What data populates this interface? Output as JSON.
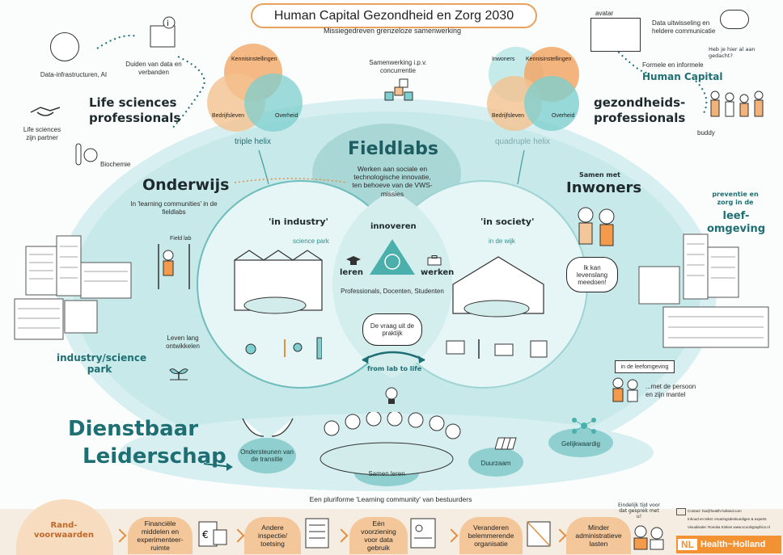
{
  "header": {
    "title": "Human Capital Gezondheid en Zorg 2030",
    "subtitle": "Missiegedreven grenzeloze samenwerking"
  },
  "left_top": {
    "data_infra": "Data-infrastructuren, AI",
    "duiden": "Duiden van data en verbanden",
    "life_sciences_title": "Life sciences professionals",
    "partner": "Life sciences zijn partner",
    "biochemie": "Biochemie"
  },
  "triple_helix": {
    "kennis": "Kennisinstellingen",
    "bedrijf": "Bedrijfsleven",
    "overheid": "Overheid",
    "label": "triple helix"
  },
  "quadruple_helix": {
    "inwoners": "Inwoners",
    "kennis": "Kennisinstellingen",
    "bedrijf": "Bedrijfsleven",
    "overheid": "Overheid",
    "label": "quadruple helix"
  },
  "center_top": {
    "samenwerking": "Samenwerking i.p.v. concurrentie"
  },
  "right_top": {
    "avatar": "avatar",
    "data_uitwisseling": "Data uitwisseling en heldere communicatie",
    "heb_je": "Heb je hier al aan gedacht?",
    "formeel": "Formele en informele",
    "human_capital": "Human Capital",
    "professionals_title": "gezondheids-professionals",
    "buddy": "buddy"
  },
  "fieldlabs": {
    "title": "Fieldlabs",
    "text": "Werken aan sociale en technologische innovatie, ten behoeve van de VWS-missies"
  },
  "onderwijs": {
    "title": "Onderwijs",
    "text": "In 'learning communities' in de fieldlabs",
    "fieldlab_sign": "Field lab"
  },
  "industry": {
    "in_industry": "'in industry'",
    "science_park": "science park"
  },
  "society": {
    "in_society": "'in society'",
    "in_de_wijk": "in de wijk"
  },
  "triangle": {
    "innoveren": "innoveren",
    "leren": "leren",
    "werken": "werken",
    "people": "Professionals, Docenten, Studenten"
  },
  "inwoners": {
    "title_pre": "Samen met",
    "title": "Inwoners",
    "speech": "Ik kan levenslang meedoen!"
  },
  "preventie": {
    "line1": "preventie en zorg in de",
    "line2": "leef-omgeving"
  },
  "leven_lang": "Leven lang ontwikkelen",
  "vraag": "De vraag uit de praktijk",
  "from_lab": "from lab to life",
  "industry_park": "industry/science park",
  "leefomgeving_sign": "in de leefomgeving",
  "mantel": "...met de persoon en zijn mantel",
  "dienstbaar": {
    "line1": "Dienstbaar",
    "line2": "Leiderschap"
  },
  "bubbles": {
    "ondersteunen": "Ondersteunen van de transitie",
    "samen_leren": "Samen leren",
    "duurzaam": "Duurzaam",
    "gelijkwaardig": "Gelijkwaardig"
  },
  "learning_community": "Een pluriforme 'Learning community' van bestuurders",
  "bottom": {
    "rand_title": "Rand-voorwaarden",
    "items": [
      "Financiële middelen en experimenteer-ruimte",
      "Andere inspectie/ toetsing",
      "Eén voorziening voor data gebruik",
      "Veranderen belemmerende organisatie",
      "Minder administratieve lasten"
    ],
    "endelijk": "Eindelijk tijd voor dat gesprek met u!",
    "contact_1": "Contact: hia@health-holland.com",
    "contact_2": "Inhoud en tekst: ervaringsdeskundigen & experts",
    "contact_3": "Visualisatie: Rosoka Einkes www.scoolsgraphics.nl",
    "logo": "Health~Holland",
    "logo_nl": "NL"
  },
  "colors": {
    "teal": "#8fd0cf",
    "teal_light": "#cfeceb",
    "orange": "#f39a4b",
    "peach": "#f3c79a"
  }
}
